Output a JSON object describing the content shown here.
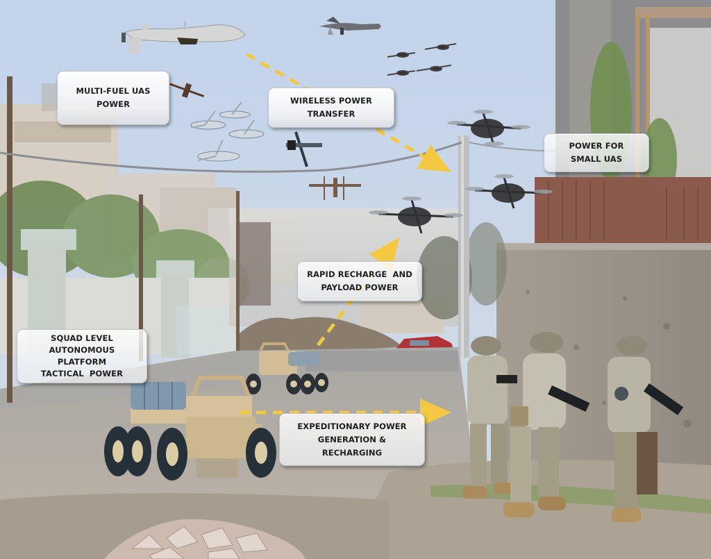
{
  "figure": {
    "type": "annotated-concept-illustration",
    "background_scene": "urban street with buildings, power poles, soldiers, unmanned ground vehicles and aerial drones",
    "colors": {
      "sky": "#c6d5ea",
      "callout_fill": "#f2f3f5",
      "callout_text": "#1e1e1e",
      "arrow": "#f5c842",
      "vehicle_tan": "#cdb78e",
      "ground": "#b4ada2"
    }
  },
  "callouts": [
    {
      "id": "multi-fuel-uas-power",
      "lines": [
        "MULTI-FUEL UAS",
        "POWER"
      ]
    },
    {
      "id": "wireless-power-transfer",
      "lines": [
        "WIRELESS POWER",
        "TRANSFER"
      ]
    },
    {
      "id": "power-for-small-uas",
      "lines": [
        "POWER FOR",
        "SMALL UAS"
      ]
    },
    {
      "id": "rapid-recharge-payload-power",
      "lines": [
        "RAPID RECHARGE  AND",
        "PAYLOAD POWER"
      ]
    },
    {
      "id": "squad-level-autonomous-platform",
      "lines": [
        "SQUAD LEVEL",
        "AUTONOMOUS",
        "PLATFORM",
        "TACTICAL  POWER"
      ]
    },
    {
      "id": "expeditionary-power",
      "lines": [
        "EXPEDITIONARY POWER",
        "GENERATION &",
        "RECHARGING"
      ]
    }
  ],
  "arrows": [
    {
      "id": "arrow-wireless",
      "from": "large UAS (top)",
      "to": "power pole / quadcopters",
      "style": "dashed-yellow"
    },
    {
      "id": "arrow-rapid-recharge",
      "from": "small ground vehicle",
      "to": "quadcopter",
      "style": "dashed-yellow"
    },
    {
      "id": "arrow-expeditionary",
      "from": "large ground vehicle",
      "to": "soldiers",
      "style": "dashed-yellow"
    }
  ],
  "scene_elements": {
    "large_uas": 2,
    "small_fixed_wing_uas": 9,
    "quadcopters": 3,
    "ground_vehicles": 2,
    "soldiers": 3
  }
}
